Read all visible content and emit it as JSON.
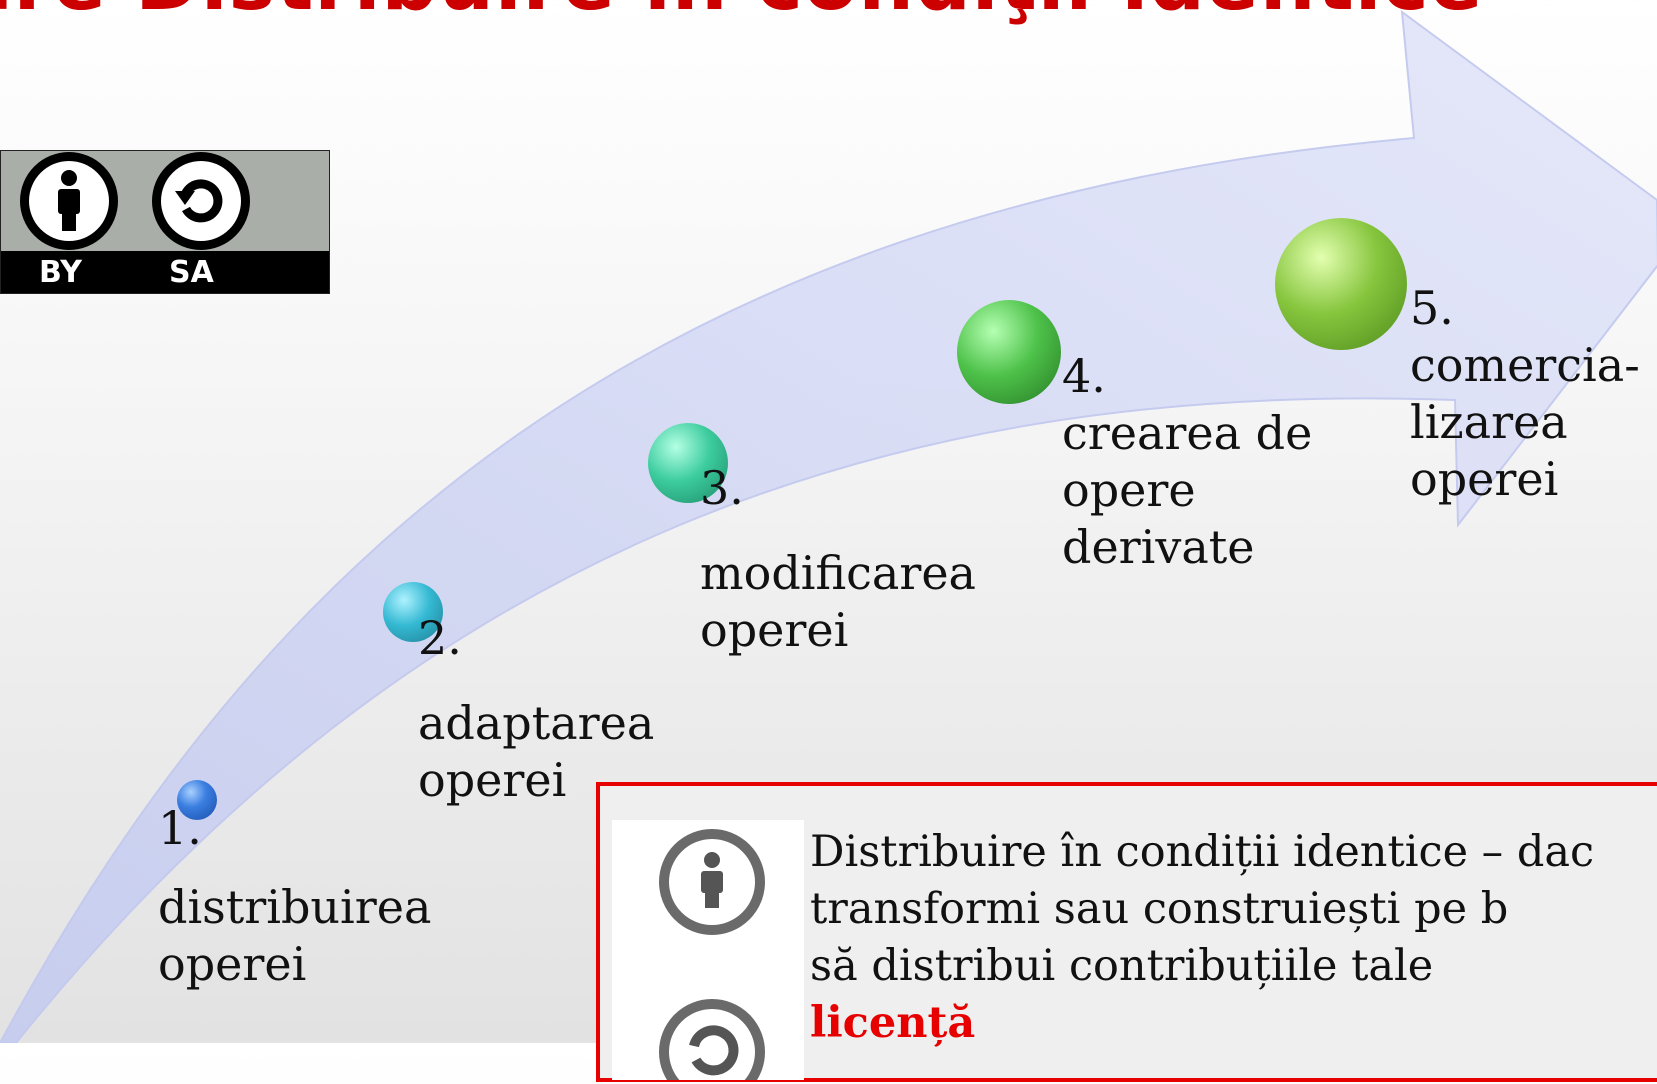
{
  "slide": {
    "title": "are Distribuire în condiţii identice"
  },
  "badge": {
    "by_label": "BY",
    "sa_label": "SA",
    "icons": [
      "attribution-icon",
      "share-alike-icon"
    ],
    "background": "#a9aea8"
  },
  "steps": [
    {
      "number": "1.",
      "label": [
        "distribuirea",
        "operei"
      ],
      "color": "#2f6fd6"
    },
    {
      "number": "2.",
      "label": [
        "adaptarea",
        "operei"
      ],
      "color": "#2fb1c8"
    },
    {
      "number": "3.",
      "label": [
        "modificarea",
        "operei"
      ],
      "color": "#34c79c"
    },
    {
      "number": "4.",
      "label": [
        "crearea de",
        "opere",
        "derivate"
      ],
      "color": "#45b945"
    },
    {
      "number": "5.",
      "label": [
        "comercia-",
        "lizarea",
        "operei"
      ],
      "color": "#7ec13a"
    }
  ],
  "info": {
    "icons": [
      "attribution-icon",
      "share-alike-icon"
    ],
    "lines": [
      " Distribuire în condiții identice – dac",
      "transformi sau construiești        pe b",
      "să distribui       contribuțiile       tale"
    ],
    "partial_bold": "licență"
  },
  "colors": {
    "title": "#cc0000",
    "border": "#e60000",
    "arrow": "#d7dcf5"
  }
}
